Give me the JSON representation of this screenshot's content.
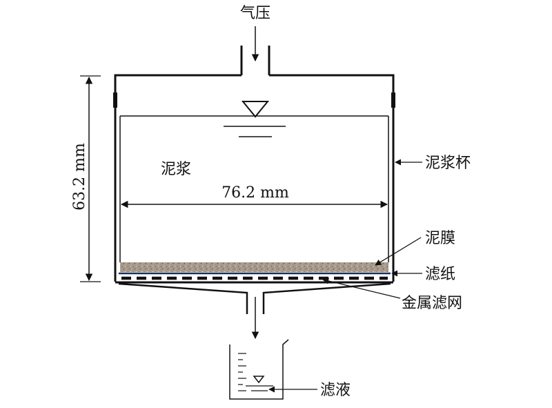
{
  "labels": {
    "gas_pressure": "气压",
    "mud": "泥浆",
    "mud_cup": "泥浆杯",
    "mud_cake": "泥膜",
    "filter_paper": "滤纸",
    "metal_screen": "金属滤网",
    "filtrate": "滤液"
  },
  "dimensions": {
    "height": "63.2 mm",
    "diameter": "76.2 mm"
  }
}
